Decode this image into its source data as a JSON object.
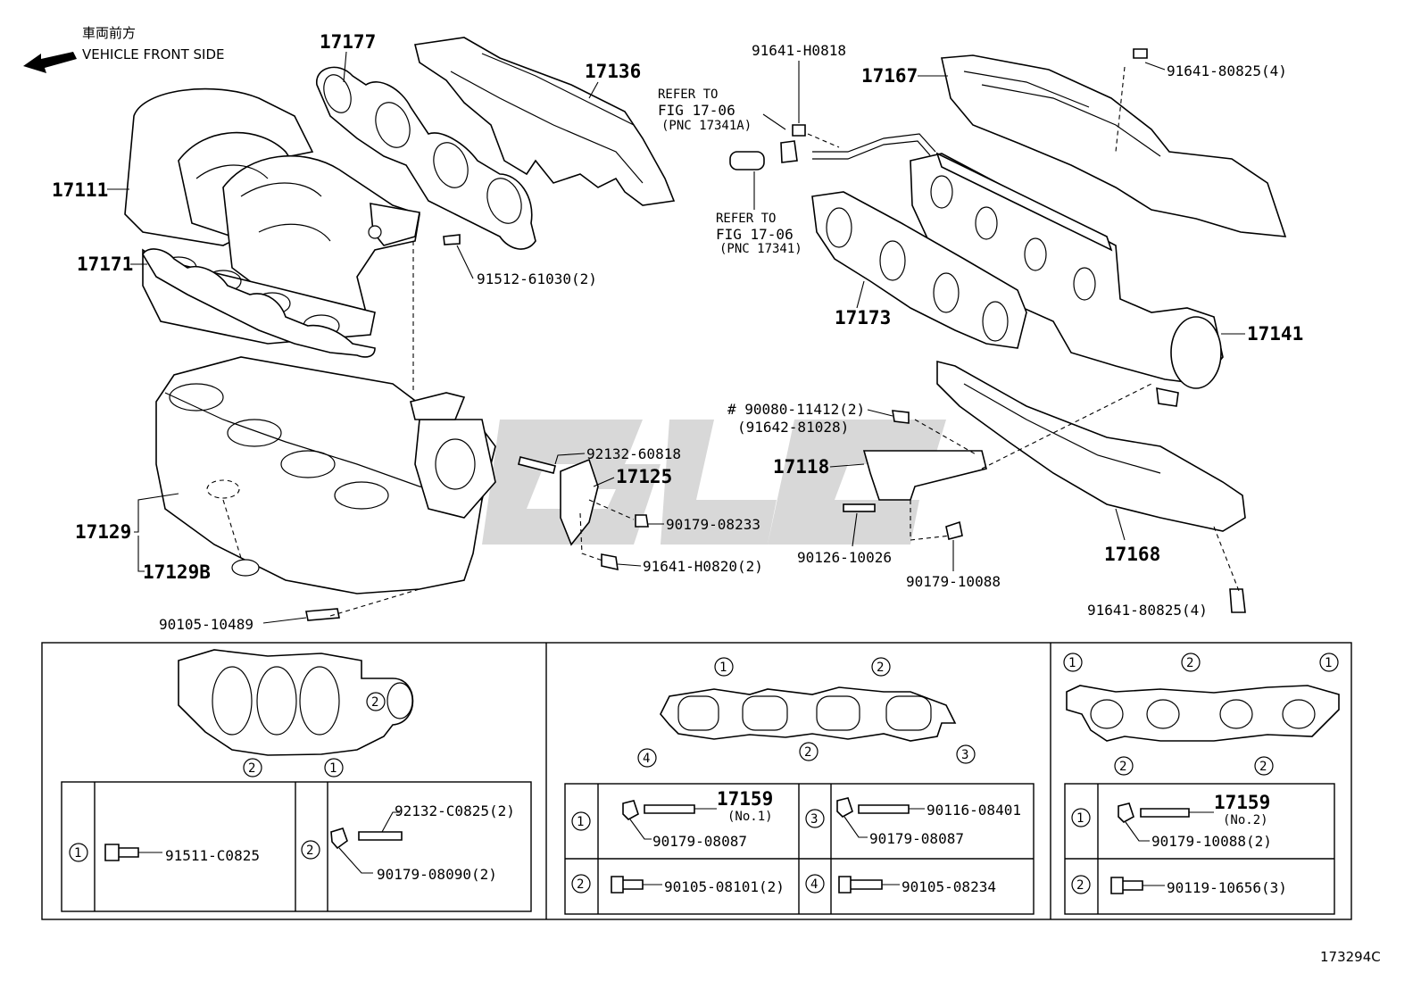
{
  "orientation": {
    "jp": "車両前方",
    "en": "VEHICLE FRONT SIDE"
  },
  "labels": {
    "p17177": "17177",
    "p17136": "17136",
    "p17111": "17111",
    "p17171": "17171",
    "p91512": "91512-61030(2)",
    "p17129": "17129",
    "p17129b": "17129B",
    "p90105a": "90105-10489",
    "p92132": "92132-60818",
    "p17125": "17125",
    "p90179a": "90179-08233",
    "p91641b": "91641-H0820(2)",
    "p91641a": "91641-H0818",
    "p17167": "17167",
    "p91641c": "91641-80825(4)",
    "p17173": "17173",
    "p17141": "17141",
    "p90080": "# 90080-11412(2)",
    "p91642": "(91642-81028)",
    "p17118": "17118",
    "p90126": "90126-10026",
    "p90179b": "90179-10088",
    "p17168": "17168",
    "p91641d": "91641-80825(4)"
  },
  "refers": {
    "r1_line1": "REFER TO",
    "r1_fig": "FIG 17-06",
    "r1_pnc": "(PNC 17341A)",
    "r2_line1": "REFER TO",
    "r2_fig": "FIG 17-06",
    "r2_pnc": "(PNC 17341)"
  },
  "callouts": {
    "c1": "1",
    "c2": "2",
    "c3": "3",
    "c4": "4"
  },
  "table1": {
    "row1_part": "91511-C0825",
    "row2_a": "92132-C0825(2)",
    "row2_b": "90179-08090(2)"
  },
  "table2": {
    "r1_title": "17159",
    "r1_sub": "(No.1)",
    "r1_part": "90179-08087",
    "r2_part": "90105-08101(2)",
    "r3_a": "90116-08401",
    "r3_b": "90179-08087",
    "r4_part": "90105-08234"
  },
  "table3": {
    "r1_title": "17159",
    "r1_sub": "(No.2)",
    "r1_part": "90179-10088(2)",
    "r2_part": "90119-10656(3)"
  },
  "watermark": "GGC",
  "figure_id": "173294C",
  "icons": [
    "arrow-left-icon",
    "bolt-icon",
    "nut-icon",
    "stud-icon"
  ]
}
